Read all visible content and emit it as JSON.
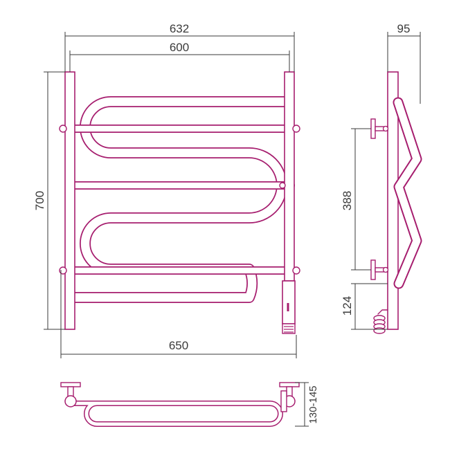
{
  "colors": {
    "pipe": "#a61d6e",
    "dimension": "#3a3a3a",
    "background": "#ffffff"
  },
  "front_view": {
    "dim_overall_width": "632",
    "dim_center_width": "600",
    "dim_height": "700",
    "dim_bottom_width": "650"
  },
  "side_view": {
    "dim_depth": "95",
    "dim_mount_spacing": "388",
    "dim_bottom_offset": "124"
  },
  "top_view": {
    "dim_wall_distance": "130-145"
  }
}
